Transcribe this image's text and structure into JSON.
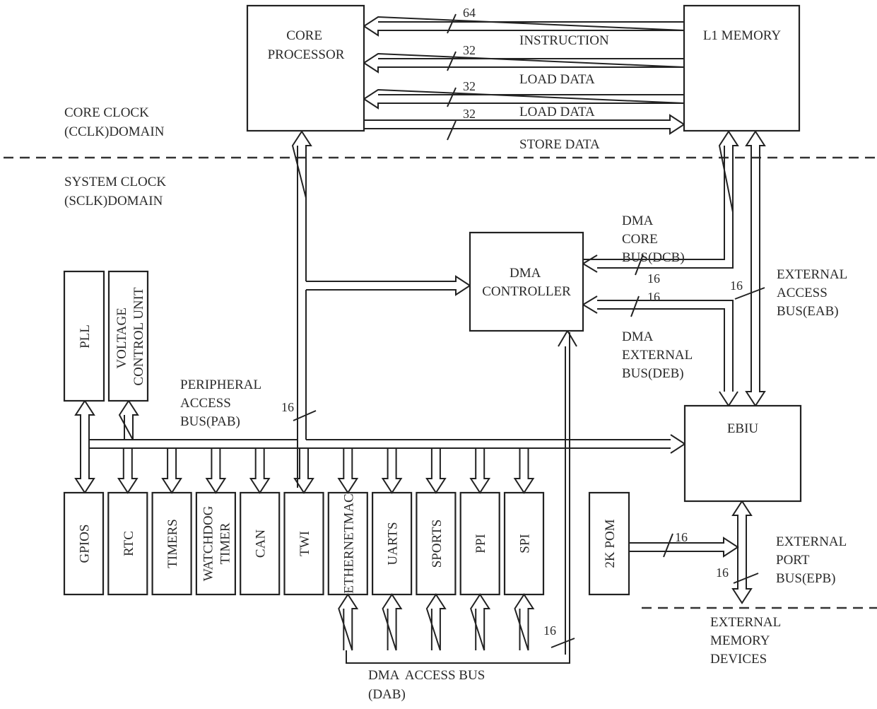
{
  "diagram": {
    "domain_labels": {
      "core_clock": [
        "CORE CLOCK",
        "(CCLK)DOMAIN"
      ],
      "system_clock": [
        "SYSTEM CLOCK",
        "(SCLK)DOMAIN"
      ]
    },
    "blocks": {
      "core_processor": [
        "CORE",
        "PROCESSOR"
      ],
      "l1_memory": [
        "L1 MEMORY"
      ],
      "dma_controller": [
        "DMA",
        "CONTROLLER"
      ],
      "ebiu": [
        "EBIU"
      ],
      "pll": [
        "PLL"
      ],
      "voltage_control_unit": [
        "VOLTAGE",
        "CONTROL UNIT"
      ],
      "rom": [
        "2K POM"
      ]
    },
    "peripherals": [
      [
        "GPIOS"
      ],
      [
        "RTC"
      ],
      [
        "TIMERS"
      ],
      [
        "WATCHDOG",
        "TIMER"
      ],
      [
        "CAN"
      ],
      [
        "TWI"
      ],
      [
        "ETHERNETMAC"
      ],
      [
        "UARTS"
      ],
      [
        "SPORTS"
      ],
      [
        "PPI"
      ],
      [
        "SPI"
      ]
    ],
    "core_buses": [
      {
        "width": "64",
        "label": "INSTRUCTION",
        "direction": "to-core"
      },
      {
        "width": "32",
        "label": "LOAD DATA",
        "direction": "to-core"
      },
      {
        "width": "32",
        "label": "LOAD DATA",
        "direction": "to-core"
      },
      {
        "width": "32",
        "label": "STORE DATA",
        "direction": "to-memory"
      }
    ],
    "bus_labels": {
      "dcb": [
        "DMA",
        "CORE",
        "BUS(DCB)"
      ],
      "deb": [
        "DMA",
        "EXTERNAL",
        "BUS(DEB)"
      ],
      "eab": [
        "EXTERNAL",
        "ACCESS",
        "BUS(EAB)"
      ],
      "pab": [
        "PERIPHERAL",
        "ACCESS",
        "BUS(PAB)"
      ],
      "dab": [
        "DMA  ACCESS BUS",
        "(DAB)"
      ],
      "epb": [
        "EXTERNAL",
        "PORT",
        "BUS(EPB)"
      ],
      "external_memory": [
        "EXTERNAL",
        "MEMORY",
        "DEVICES"
      ]
    },
    "bus_widths": {
      "dcb": "16",
      "deb": "16",
      "eab": "16",
      "pab": "16",
      "dab": "16",
      "rom": "16",
      "epb": "16"
    }
  }
}
